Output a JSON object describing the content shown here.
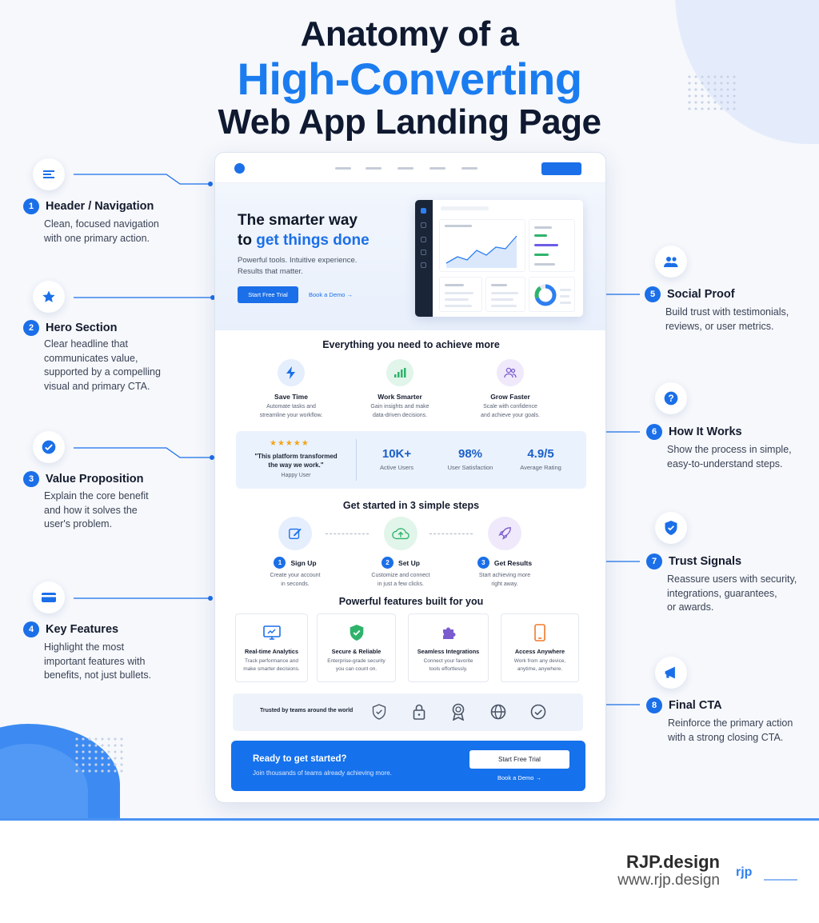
{
  "title": {
    "line1": "Anatomy of a",
    "line2": "High-Converting",
    "line3": "Web App Landing Page"
  },
  "annotations": [
    {
      "num": "1",
      "title": "Header / Navigation",
      "desc": "Clean, focused navigation\nwith one primary action.",
      "icon": "menu-icon"
    },
    {
      "num": "2",
      "title": "Hero Section",
      "desc": "Clear headline that\ncommunicates value,\nsupported by a compelling\nvisual and primary CTA.",
      "icon": "star-icon"
    },
    {
      "num": "3",
      "title": "Value Proposition",
      "desc": "Explain the core benefit\nand how it solves the\nuser's problem.",
      "icon": "check-circle-icon"
    },
    {
      "num": "4",
      "title": "Key Features",
      "desc": "Highlight the most\nimportant features with\nbenefits, not just bullets.",
      "icon": "card-icon"
    },
    {
      "num": "5",
      "title": "Social Proof",
      "desc": "Build trust with testimonials,\nreviews, or user metrics.",
      "icon": "users-icon"
    },
    {
      "num": "6",
      "title": "How It Works",
      "desc": "Show the process in simple,\neasy-to-understand steps.",
      "icon": "question-icon"
    },
    {
      "num": "7",
      "title": "Trust Signals",
      "desc": "Reassure users with security,\nintegrations, guarantees,\nor awards.",
      "icon": "shield-icon"
    },
    {
      "num": "8",
      "title": "Final CTA",
      "desc": "Reinforce the primary action\nwith a strong closing CTA.",
      "icon": "megaphone-icon"
    }
  ],
  "mock": {
    "hero": {
      "title_line1": "The smarter way",
      "title_line2_prefix": "to ",
      "title_line2_highlight": "get things done",
      "sub": "Powerful tools. Intuitive experience.\nResults that matter.",
      "cta": "Start Free Trial",
      "demo": "Book a Demo →"
    },
    "value": {
      "title": "Everything you need to achieve more",
      "items": [
        {
          "title": "Save Time",
          "desc": "Automate tasks and\nstreamline your workflow.",
          "icon": "lightning-icon"
        },
        {
          "title": "Work Smarter",
          "desc": "Gain insights and make\ndata-driven decisions.",
          "icon": "bar-chart-icon"
        },
        {
          "title": "Grow Faster",
          "desc": "Scale with confidence\nand achieve your goals.",
          "icon": "people-icon"
        }
      ]
    },
    "proof": {
      "stars": "★★★★★",
      "quote": "\"This platform transformed\nthe way we work.\"",
      "user": "Happy User",
      "stats": [
        {
          "value": "10K+",
          "label": "Active Users"
        },
        {
          "value": "98%",
          "label": "User Satisfaction"
        },
        {
          "value": "4.9/5",
          "label": "Average Rating"
        }
      ]
    },
    "steps": {
      "title": "Get started in 3 simple steps",
      "items": [
        {
          "num": "1",
          "title": "Sign Up",
          "desc": "Create your account\nin seconds.",
          "icon": "edit-icon"
        },
        {
          "num": "2",
          "title": "Set Up",
          "desc": "Customize and connect\nin just a few clicks.",
          "icon": "cloud-upload-icon"
        },
        {
          "num": "3",
          "title": "Get Results",
          "desc": "Start achieving more\nright away.",
          "icon": "rocket-icon"
        }
      ]
    },
    "features": {
      "title": "Powerful features built for you",
      "items": [
        {
          "title": "Real-time Analytics",
          "desc": "Track performance and\nmake smarter decisions.",
          "icon": "monitor-icon"
        },
        {
          "title": "Secure & Reliable",
          "desc": "Enterprise-grade security\nyou can count on.",
          "icon": "shield-check-icon"
        },
        {
          "title": "Seamless Integrations",
          "desc": "Connect your favorite\ntools effortlessly.",
          "icon": "puzzle-icon"
        },
        {
          "title": "Access Anywhere",
          "desc": "Work from any device,\nanytime, anywhere.",
          "icon": "mobile-icon"
        }
      ]
    },
    "trust": {
      "label": "Trusted by teams around the world",
      "icons": [
        "shield-icon",
        "lock-icon",
        "award-icon",
        "globe-icon",
        "check-circle-icon"
      ]
    },
    "final": {
      "title": "Ready to get started?",
      "desc": "Join thousands of teams already achieving more.",
      "cta": "Start Free Trial",
      "demo": "Book a Demo →"
    }
  },
  "brand": {
    "name": "RJP.design",
    "url": "www.rjp.design",
    "logo": "rjp"
  },
  "colors": {
    "accent": "#1b6fe8",
    "highlight": "#1b7cf0",
    "dark": "#0f1930"
  }
}
